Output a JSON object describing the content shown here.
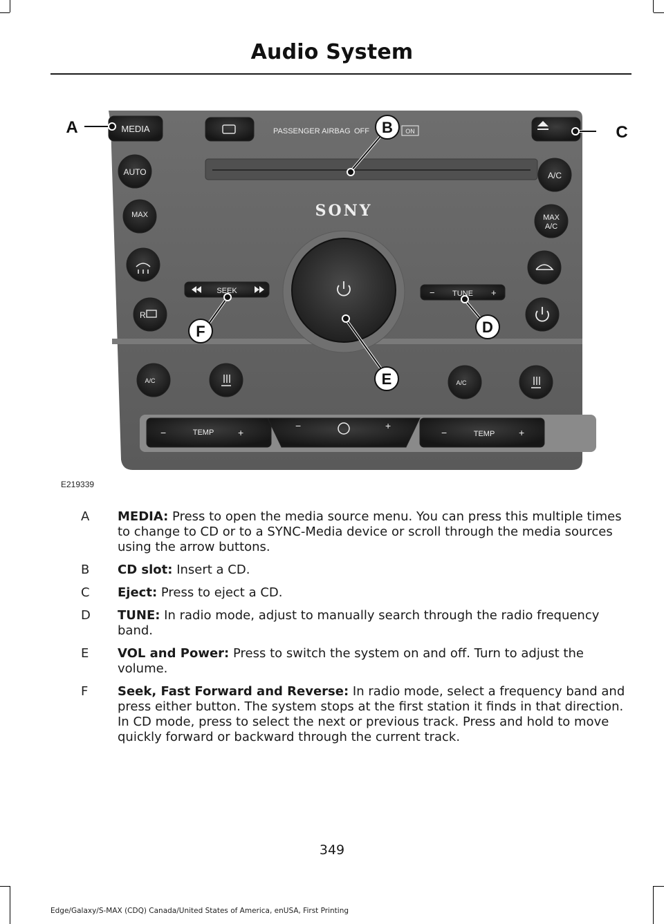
{
  "page": {
    "title": "Audio System",
    "figure_code": "E219339",
    "page_number": "349",
    "footer": "Edge/Galaxy/S-MAX (CDQ) Canada/United States of America, enUSA, First Printing"
  },
  "figure": {
    "callouts": [
      "A",
      "B",
      "C",
      "D",
      "E",
      "F"
    ],
    "labels": {
      "media": "MEDIA",
      "auto": "AUTO",
      "max": "MAX",
      "airbag": "PASSENGER AIRBAG",
      "airbag_off": "OFF",
      "airbag_on": "ON",
      "brand": "SONY",
      "ac": "A/C",
      "max_ac_1": "MAX",
      "max_ac_2": "A/C",
      "seek": "SEEK",
      "tune": "TUNE",
      "temp": "TEMP",
      "minus": "−",
      "plus": "+",
      "seat_ac": "A/C",
      "rear": "R"
    }
  },
  "items": [
    {
      "letter": "A",
      "term": "MEDIA:",
      "text": " Press to open the media source menu. You can press this multiple times to change to CD or to a SYNC-Media device or scroll through the media sources using the arrow buttons."
    },
    {
      "letter": "B",
      "term": "CD slot:",
      "text": " Insert a CD."
    },
    {
      "letter": "C",
      "term": "Eject:",
      "text": " Press to eject a CD."
    },
    {
      "letter": "D",
      "term": "TUNE:",
      "text": " In radio mode, adjust to manually search through the radio frequency band."
    },
    {
      "letter": "E",
      "term": "VOL and Power:",
      "text": " Press to switch the system on and off. Turn to adjust the volume."
    },
    {
      "letter": "F",
      "term": "Seek, Fast Forward and Reverse:",
      "text": " In radio mode, select a frequency band and press either button. The system stops at the first station it finds in that direction. In CD mode, press to select the next or previous track. Press and hold to move quickly forward or backward through the current track."
    }
  ]
}
